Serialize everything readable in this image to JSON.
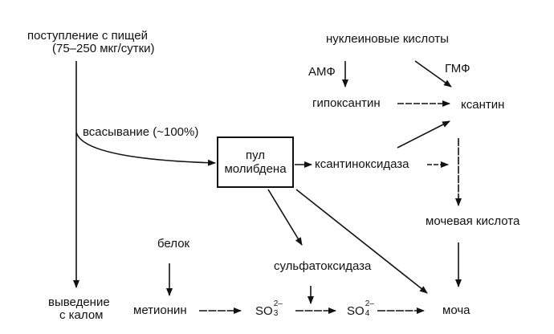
{
  "nodes": {
    "intake_line1": "поступление с пищей",
    "intake_line2": "(75–250 мкг/сутки)",
    "absorption": "всасывание (~100%)",
    "excretion_line1": "выведение",
    "excretion_line2": "с калом",
    "pool_line1": "пул",
    "pool_line2": "молибдена",
    "nucleic_acids": "нуклеиновые кислоты",
    "amp": "АМФ",
    "gmp": "ГМФ",
    "hypoxanthine": "гипоксантин",
    "xanthine": "ксантин",
    "xanthine_oxidase": "ксантиноксидаза",
    "uric_acid": "мочевая кислота",
    "protein": "белок",
    "methionine": "метионин",
    "sulfite_oxidase": "сульфатоксидаза",
    "sulfite": {
      "base": "SO",
      "sub": "3",
      "sup": "2–"
    },
    "sulfate": {
      "base": "SO",
      "sub": "4",
      "sup": "2–"
    },
    "urine": "моча"
  },
  "colors": {
    "ink": "#111111",
    "background": "#ffffff"
  }
}
